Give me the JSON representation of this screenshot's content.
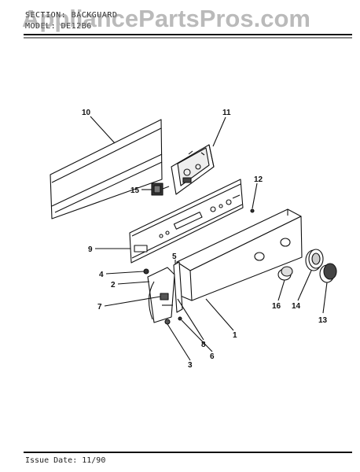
{
  "header": {
    "section_line": "SECTION: BACKGUARD",
    "model_line": "MODEL: DE12B6",
    "watermark": "AppliancePartsPros.com"
  },
  "callouts": [
    "10",
    "11",
    "12",
    "15",
    "9",
    "4",
    "2",
    "5",
    "7",
    "8",
    "1",
    "6",
    "3",
    "16",
    "14",
    "13"
  ],
  "footer": {
    "issue_date": "Issue Date: 11/90"
  }
}
